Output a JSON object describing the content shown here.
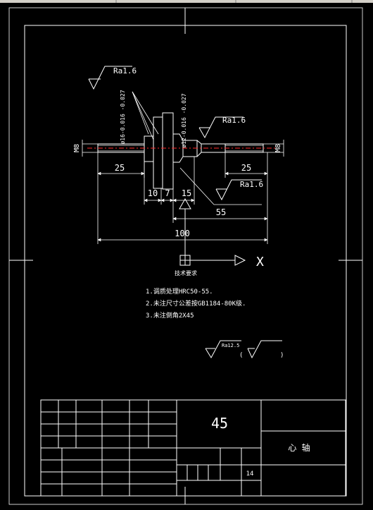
{
  "colors": {
    "background": "#000000",
    "linework": "#ffffff",
    "centerline": "#ff2a2a",
    "scroll_track": "#d4d0c8"
  },
  "drawing": {
    "roughness_labels": {
      "top_left": "Ra1.6",
      "right_journal": "Ra1.6",
      "shoulder": "Ra1.6",
      "general": "Ra12.5"
    },
    "tolerance_labels": {
      "left": "ø16-0.016 -0.027",
      "center": "ø12-0.016 -0.027"
    },
    "thread_labels": {
      "left": "M8",
      "right": "M8"
    },
    "dimensions": {
      "left_len": "25",
      "right_len": "25",
      "d10": "10",
      "d7": "7",
      "d15": "15",
      "d55": "55",
      "overall": "100"
    },
    "axis_x_label": "X",
    "ucs_caption": "技术要求",
    "requirements": [
      "1.调质处理HRC50-55.",
      "2.未注尺寸公差按GB1184-80K级.",
      "3.未注倒角2X45"
    ],
    "general_roughness_paren_open": "(",
    "general_roughness_paren_close": ")"
  },
  "title_block": {
    "material": "45",
    "part_name": "心 轴",
    "sheet_cell": "14"
  }
}
